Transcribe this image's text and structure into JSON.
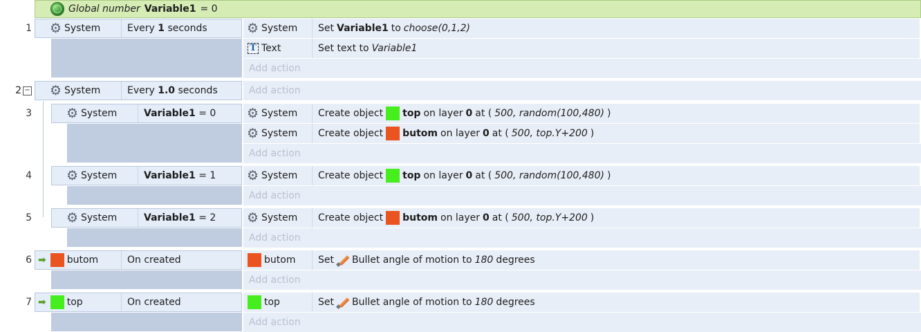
{
  "global": {
    "label": "Global number",
    "name": "Variable1",
    "value": "= 0"
  },
  "events": [
    {
      "num": "1",
      "cond_obj": "System",
      "cond_a": "Every",
      "cond_b": "1",
      "cond_c": "seconds",
      "actions": [
        {
          "obj": "System",
          "text": [
            "Set",
            "Variable1",
            "to",
            "choose(0,1,2)"
          ]
        },
        {
          "obj": "Text",
          "text": [
            "Set text to",
            "Variable1"
          ]
        }
      ]
    },
    {
      "num": "2",
      "cond_obj": "System",
      "cond_a": "Every",
      "cond_b": "1.0",
      "cond_c": "seconds"
    },
    {
      "num": "3",
      "cond_obj": "System",
      "var": "Variable1",
      "cmp": "= 0",
      "actions": [
        {
          "obj": "System",
          "text": [
            "Create object",
            "top",
            "on layer",
            "0",
            "at (",
            "500, random(100,480)",
            ")"
          ]
        },
        {
          "obj": "System",
          "text": [
            "Create object",
            "butom",
            "on layer",
            "0",
            "at (",
            "500, top.Y+200",
            ")"
          ]
        }
      ]
    },
    {
      "num": "4",
      "cond_obj": "System",
      "var": "Variable1",
      "cmp": "= 1",
      "actions": [
        {
          "obj": "System",
          "text": [
            "Create object",
            "top",
            "on layer",
            "0",
            "at (",
            "500, random(100,480)",
            ")"
          ]
        }
      ]
    },
    {
      "num": "5",
      "cond_obj": "System",
      "var": "Variable1",
      "cmp": "= 2",
      "actions": [
        {
          "obj": "System",
          "text": [
            "Create object",
            "butom",
            "on layer",
            "0",
            "at (",
            "500, top.Y+200",
            ")"
          ]
        }
      ]
    },
    {
      "num": "6",
      "cond_obj": "butom",
      "cond_desc": "On created",
      "actions": [
        {
          "obj": "butom",
          "text": [
            "Set",
            "Bullet angle of motion to",
            "180",
            "degrees"
          ]
        }
      ]
    },
    {
      "num": "7",
      "cond_obj": "top",
      "cond_desc": "On created",
      "actions": [
        {
          "obj": "top",
          "text": [
            "Set",
            "Bullet angle of motion to",
            "180",
            "degrees"
          ]
        }
      ]
    }
  ],
  "add_action": "Add action",
  "colors": {
    "green_sprite": "#47ee1e",
    "orange_sprite": "#ea5420"
  }
}
